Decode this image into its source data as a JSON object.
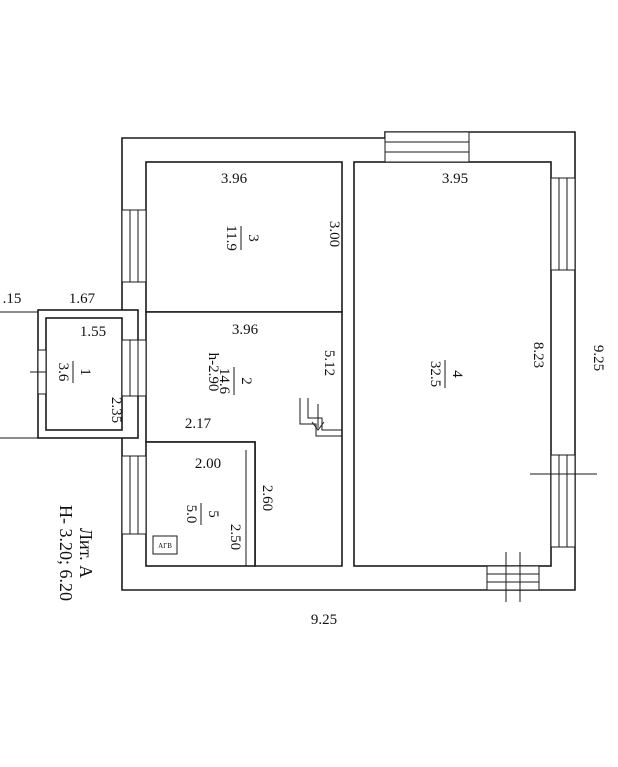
{
  "dims": {
    "top_room3": "3.96",
    "top_room4": "3.95",
    "room3_height": "3.00",
    "room4_height": "8.23",
    "outer_right": "9.25",
    "outer_bottom": "9.25",
    "left_partial": ".15",
    "porch_top": "1.67",
    "porch_inner": "1.55",
    "porch_side": "2.35",
    "room2_width": "3.96",
    "room2_height": "5.12",
    "room2_ceiling": "h-2.90",
    "room2_lower": "2.17",
    "room5_width": "2.00",
    "room5_height": "2.60",
    "room5_inner": "2.50"
  },
  "rooms": {
    "r1": {
      "num": "1",
      "area": "3.6"
    },
    "r2": {
      "num": "2",
      "area": "14.6"
    },
    "r3": {
      "num": "3",
      "area": "11.9"
    },
    "r4": {
      "num": "4",
      "area": "32.5"
    },
    "r5": {
      "num": "5",
      "area": "5.0"
    }
  },
  "equipment": {
    "boiler_label": "АГВ"
  },
  "title": {
    "line1": "Лит. А",
    "line2": "Н- 3.20; 6.20"
  }
}
